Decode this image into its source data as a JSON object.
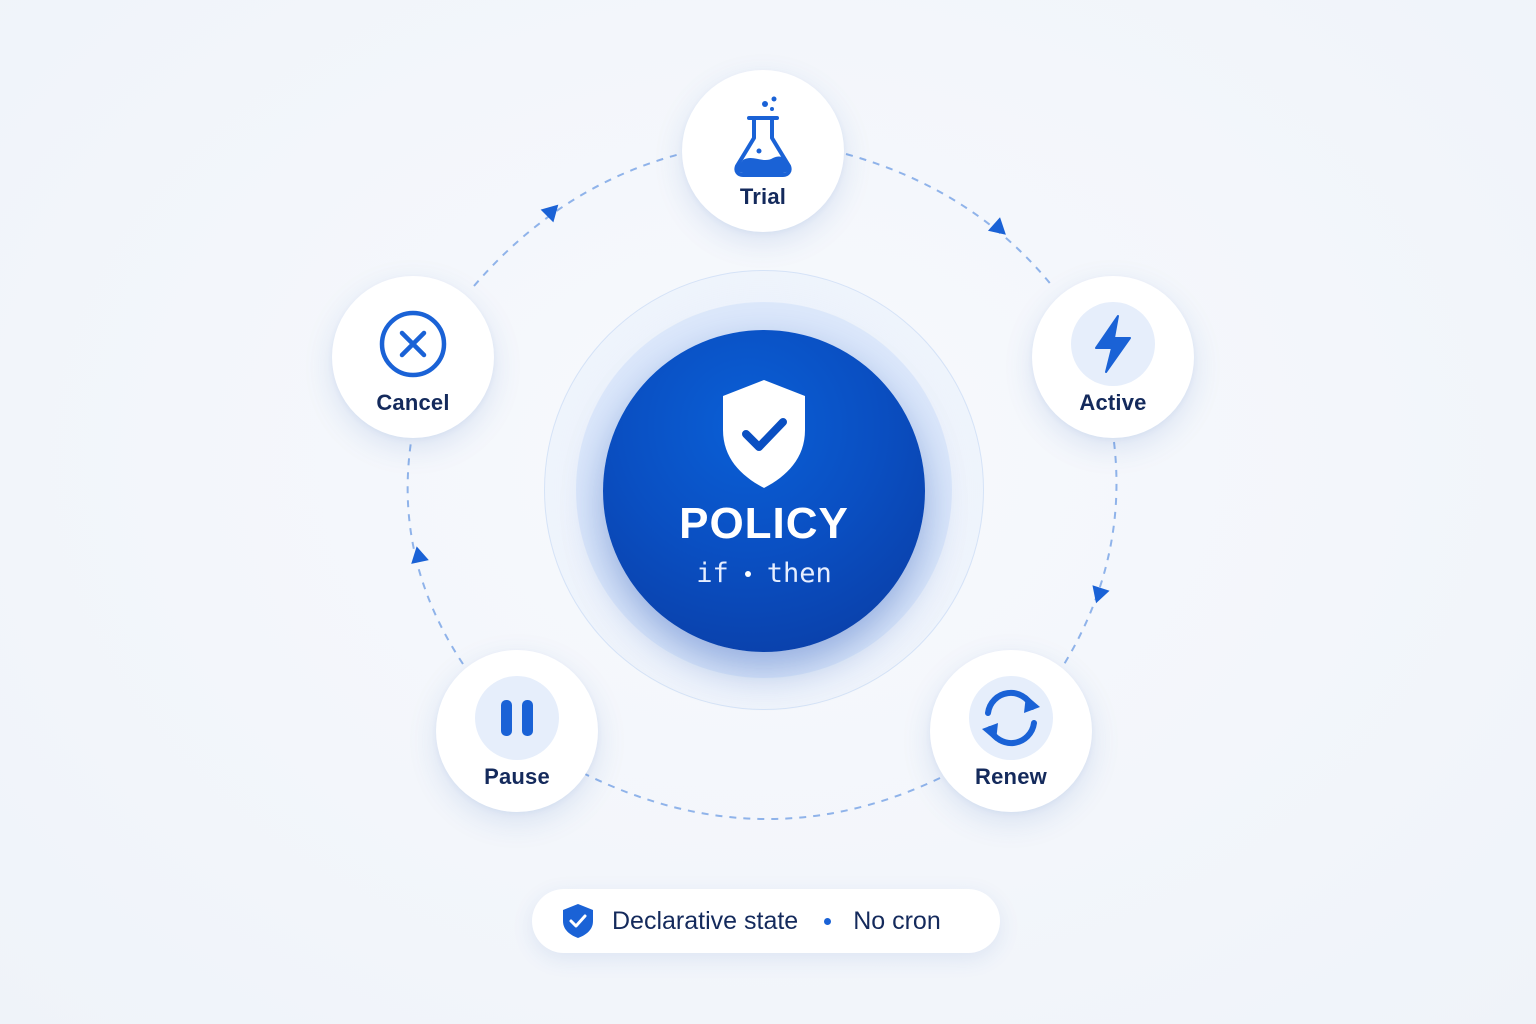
{
  "center": {
    "title": "POLICY",
    "subtitle_left": "if",
    "subtitle_right": "then",
    "icon": "shield-check-icon"
  },
  "states": [
    {
      "id": "trial",
      "label": "Trial",
      "icon": "flask-icon"
    },
    {
      "id": "active",
      "label": "Active",
      "icon": "lightning-bolt-icon"
    },
    {
      "id": "renew",
      "label": "Renew",
      "icon": "refresh-icon"
    },
    {
      "id": "pause",
      "label": "Pause",
      "icon": "pause-icon"
    },
    {
      "id": "cancel",
      "label": "Cancel",
      "icon": "close-circle-icon"
    }
  ],
  "transitions": [
    {
      "from": "Trial",
      "to": "Active"
    },
    {
      "from": "Active",
      "to": "Renew"
    },
    {
      "from": "Renew",
      "to": "Pause"
    },
    {
      "from": "Pause",
      "to": "Cancel"
    },
    {
      "from": "Cancel",
      "to": "Trial"
    }
  ],
  "footer": {
    "left_text": "Declarative state",
    "right_text": "No cron",
    "icon": "shield-check-icon"
  },
  "colors": {
    "accent": "#1a62d6",
    "core": "#0a4fc2",
    "text": "#142a5c",
    "background": "#f3f6fb"
  }
}
